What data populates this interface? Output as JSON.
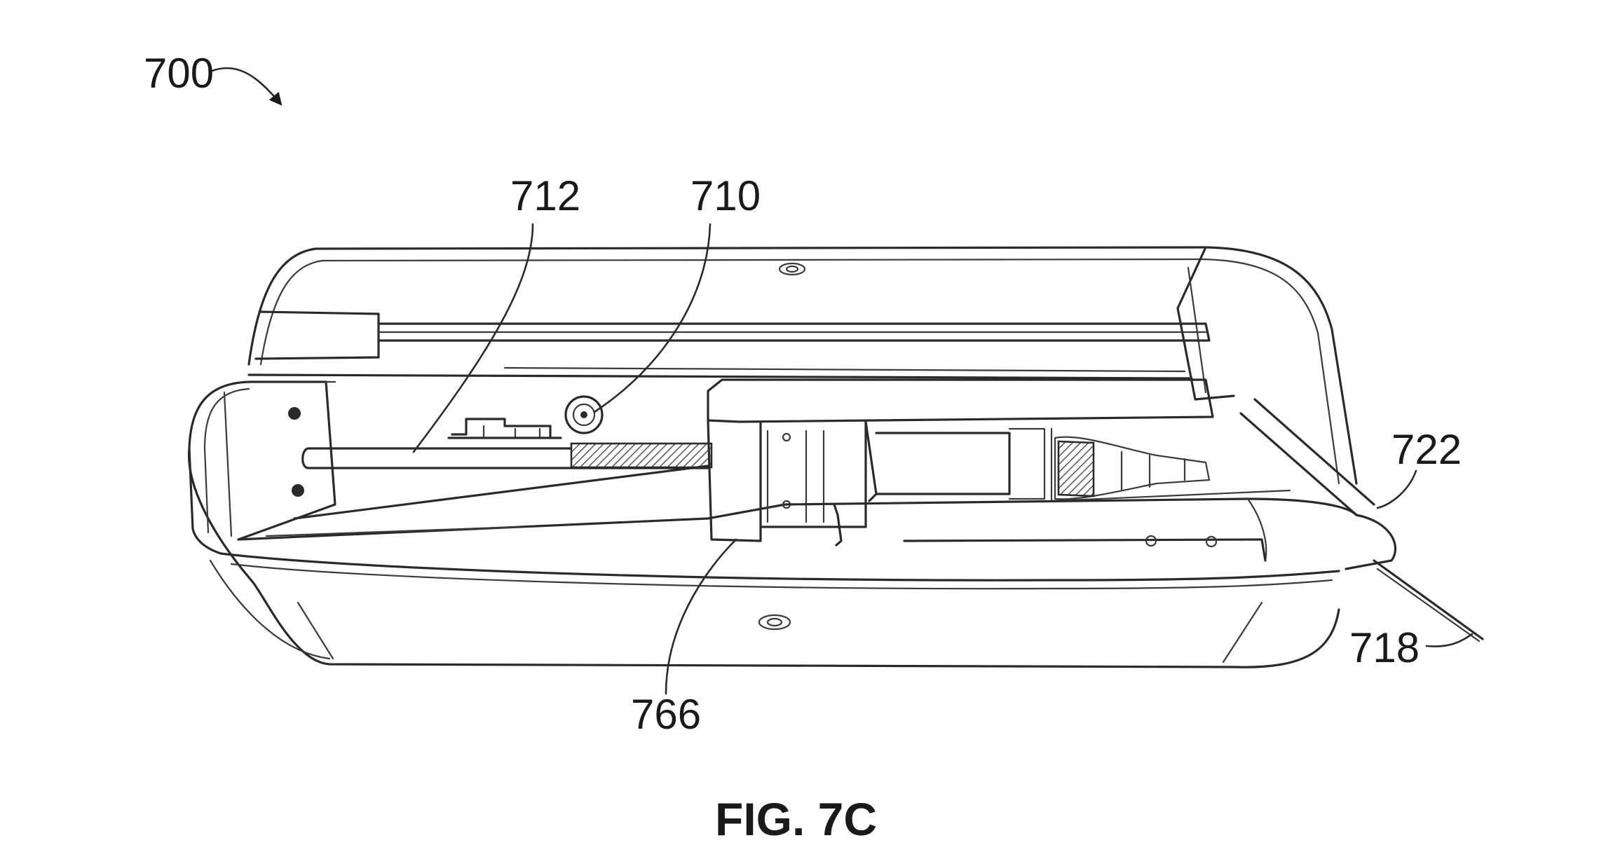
{
  "figure": {
    "caption": "FIG. 7C",
    "reference_numerals": {
      "assembly": "700",
      "gear": "710",
      "rod": "712",
      "tip": "722",
      "needle": "718",
      "carriage": "766"
    }
  }
}
